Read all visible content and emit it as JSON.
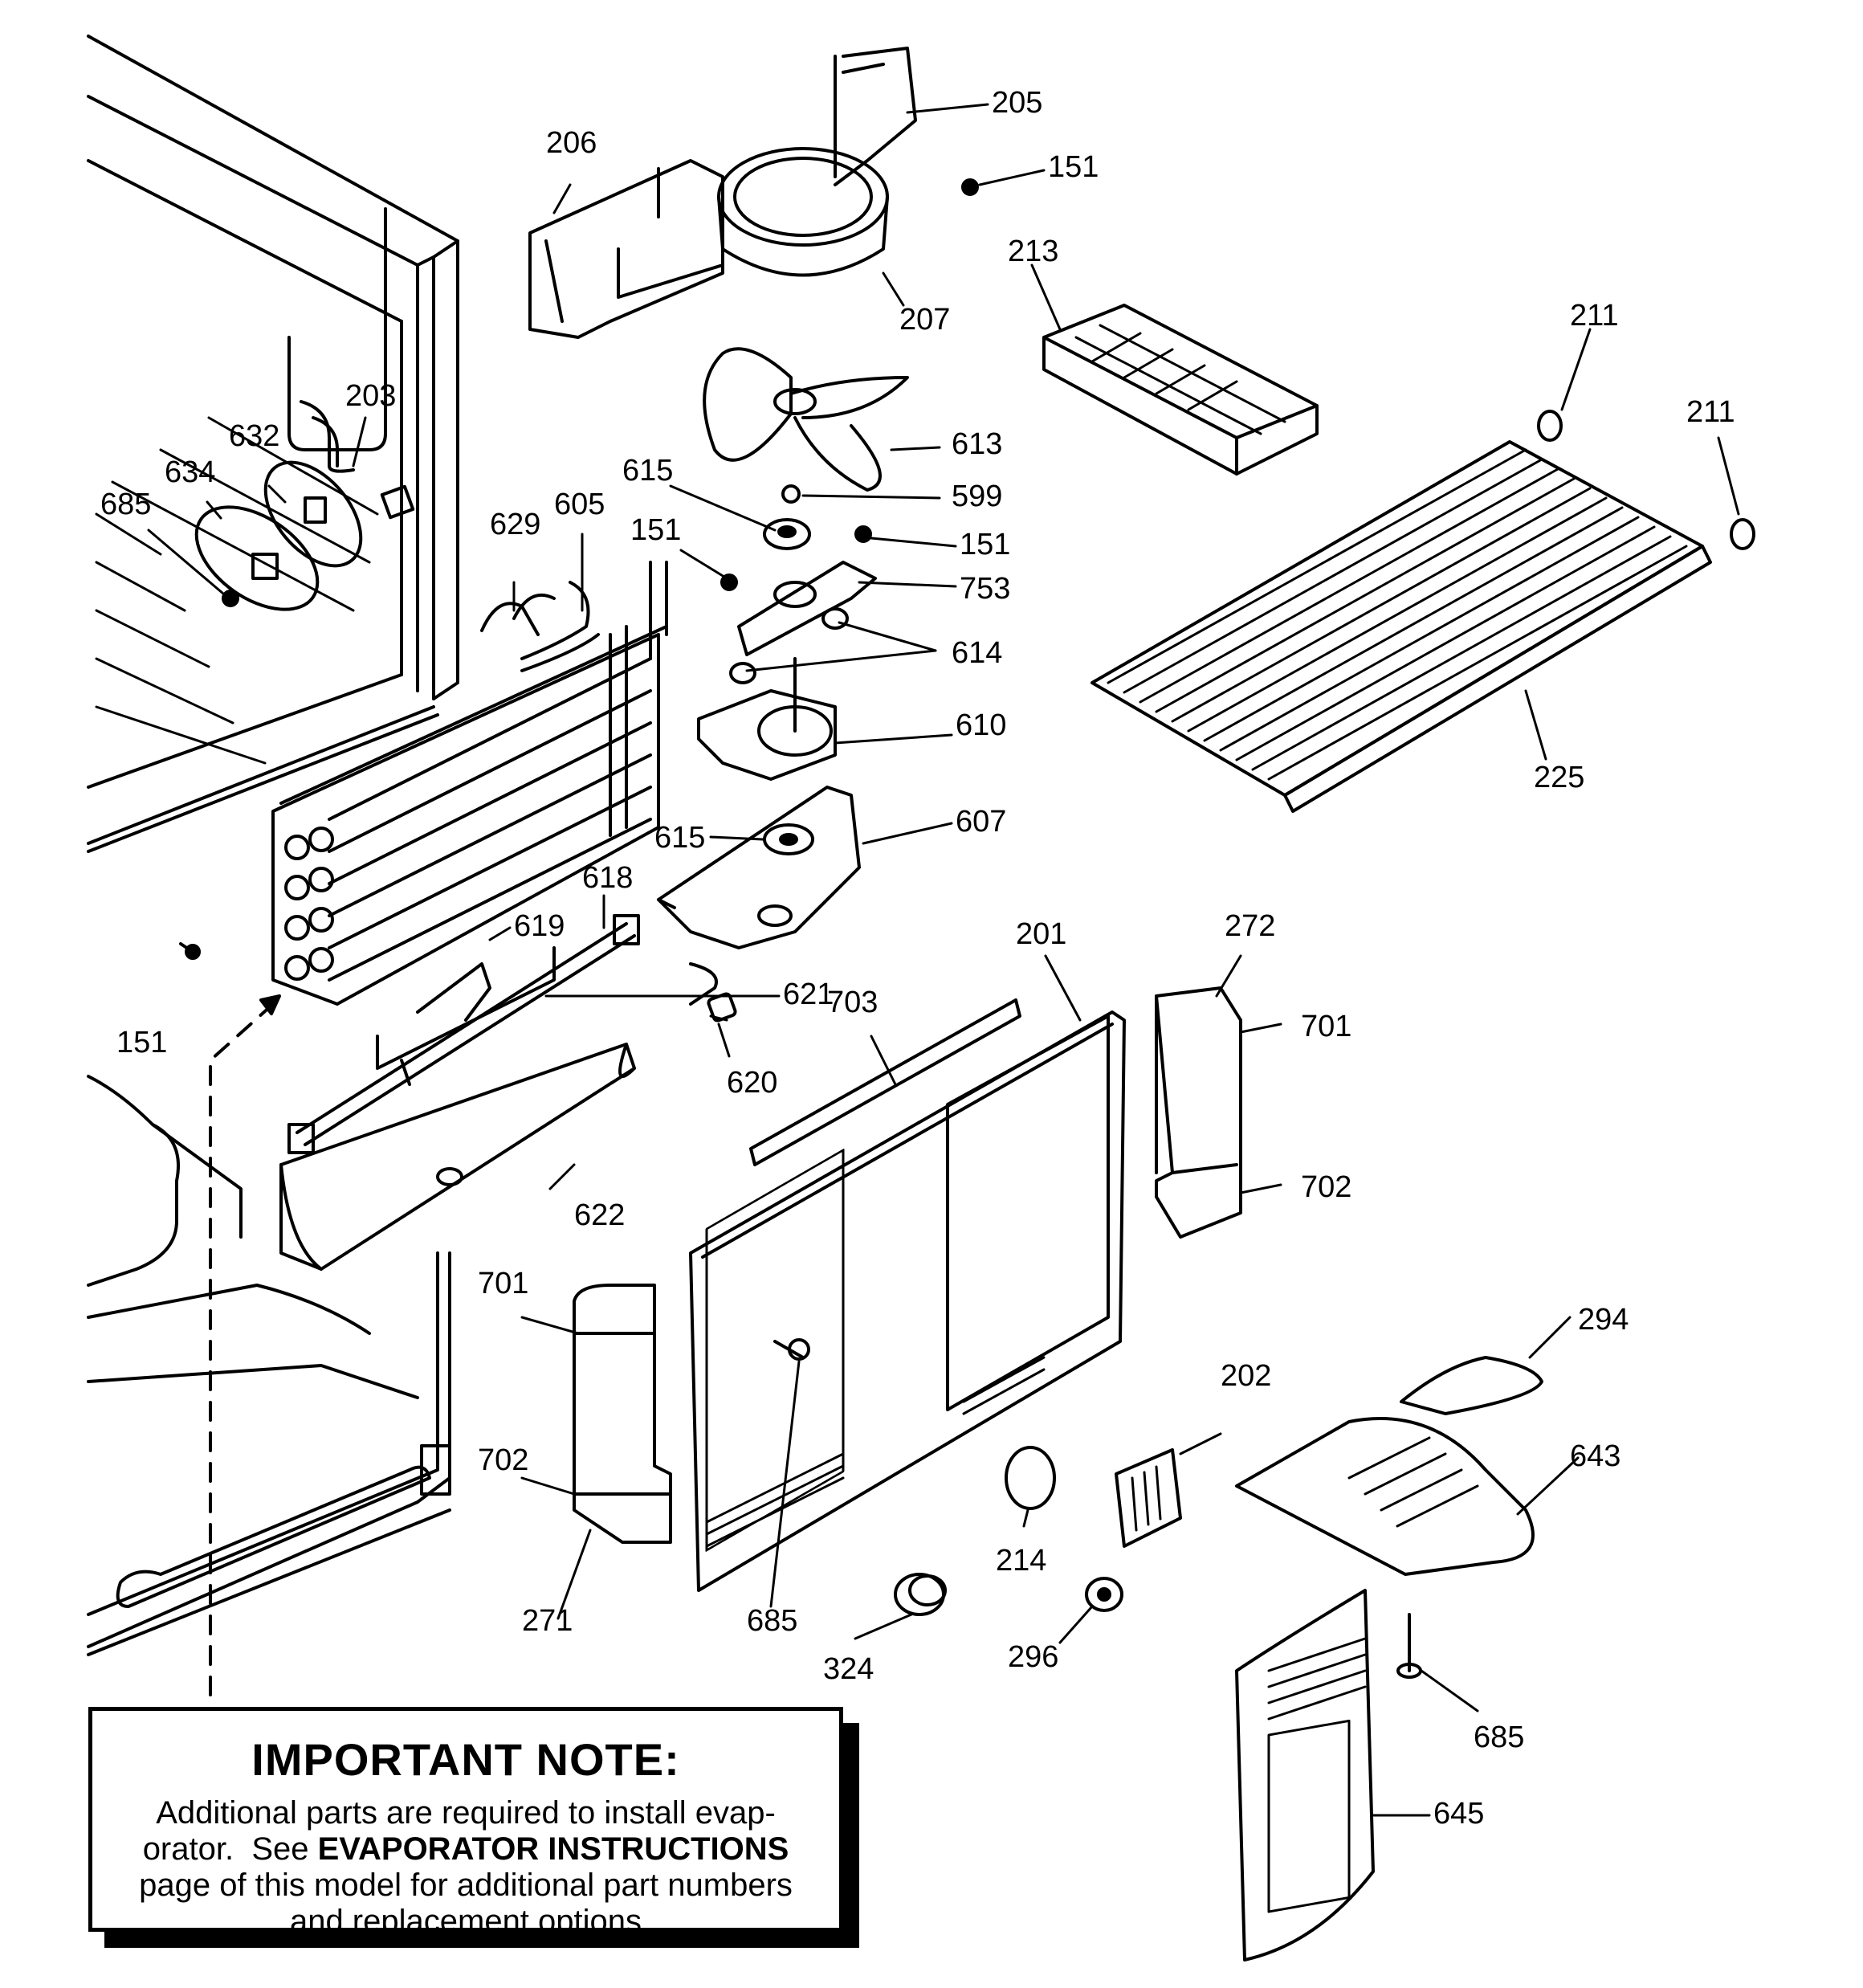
{
  "labels": {
    "205": "205",
    "206": "206",
    "151_top": "151",
    "207": "207",
    "213": "213",
    "211_a": "211",
    "211_b": "211",
    "203": "203",
    "632": "632",
    "634": "634",
    "685_left": "685",
    "613": "613",
    "615_top": "615",
    "599": "599",
    "151_mid": "151",
    "151_motor": "151",
    "753": "753",
    "614": "614",
    "629": "629",
    "605": "605",
    "610": "610",
    "225": "225",
    "615_low": "615",
    "607": "607",
    "618": "618",
    "619": "619",
    "621": "621",
    "151_low": "151",
    "620": "620",
    "703": "703",
    "201": "201",
    "272": "272",
    "701_right": "701",
    "702_right": "702",
    "622": "622",
    "701_left": "701",
    "702_left": "702",
    "271": "271",
    "685_center": "685",
    "214": "214",
    "202": "202",
    "324": "324",
    "296": "296",
    "294": "294",
    "643": "643",
    "685_right": "685",
    "645": "645"
  },
  "note": {
    "title": "IMPORTANT NOTE:",
    "line1": "Additional parts are required to install evap-",
    "line2_pre": "orator.  See ",
    "line2_bold": "EVAPORATOR INSTRUCTIONS",
    "line3": "page of this model for additional part numbers",
    "line4": "and replacement options"
  }
}
